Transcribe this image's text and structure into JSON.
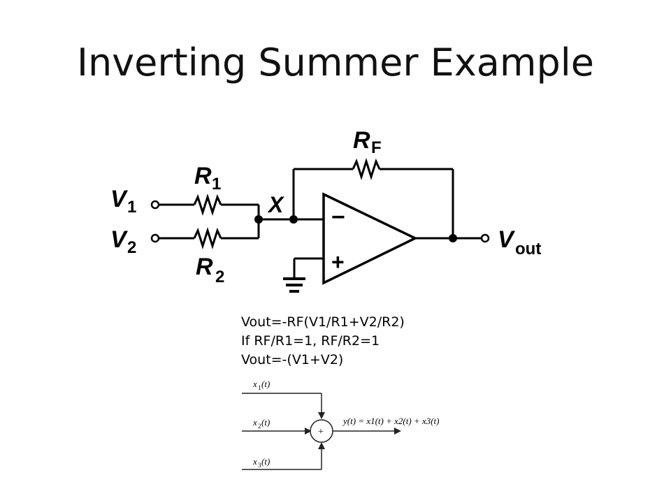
{
  "slide": {
    "title": "Inverting Summer Example"
  },
  "circuit": {
    "inputs": [
      {
        "var": "V",
        "sub": "1"
      },
      {
        "var": "V",
        "sub": "2"
      }
    ],
    "resistors": [
      {
        "var": "R",
        "sub": "1"
      },
      {
        "var": "R",
        "sub": "2"
      },
      {
        "var": "R",
        "sub": "F"
      }
    ],
    "node": "X",
    "output": {
      "var": "V",
      "sub": "out"
    },
    "opamp": {
      "minus": "−",
      "plus": "+"
    }
  },
  "equations": [
    "Vout=-RF(V1/R1+V2/R2)",
    "If RF/R1=1, RF/R2=1",
    "Vout=-(V1+V2)"
  ],
  "block_diagram": {
    "inputs": [
      {
        "var": "x",
        "sub": "1",
        "arg": "(t)"
      },
      {
        "var": "x",
        "sub": "2",
        "arg": "(t)"
      },
      {
        "var": "x",
        "sub": "3",
        "arg": "(t)"
      }
    ],
    "adder_symbol": "+",
    "output_expr": "y(t) = x1(t) + x2(t) + x3(t)"
  }
}
